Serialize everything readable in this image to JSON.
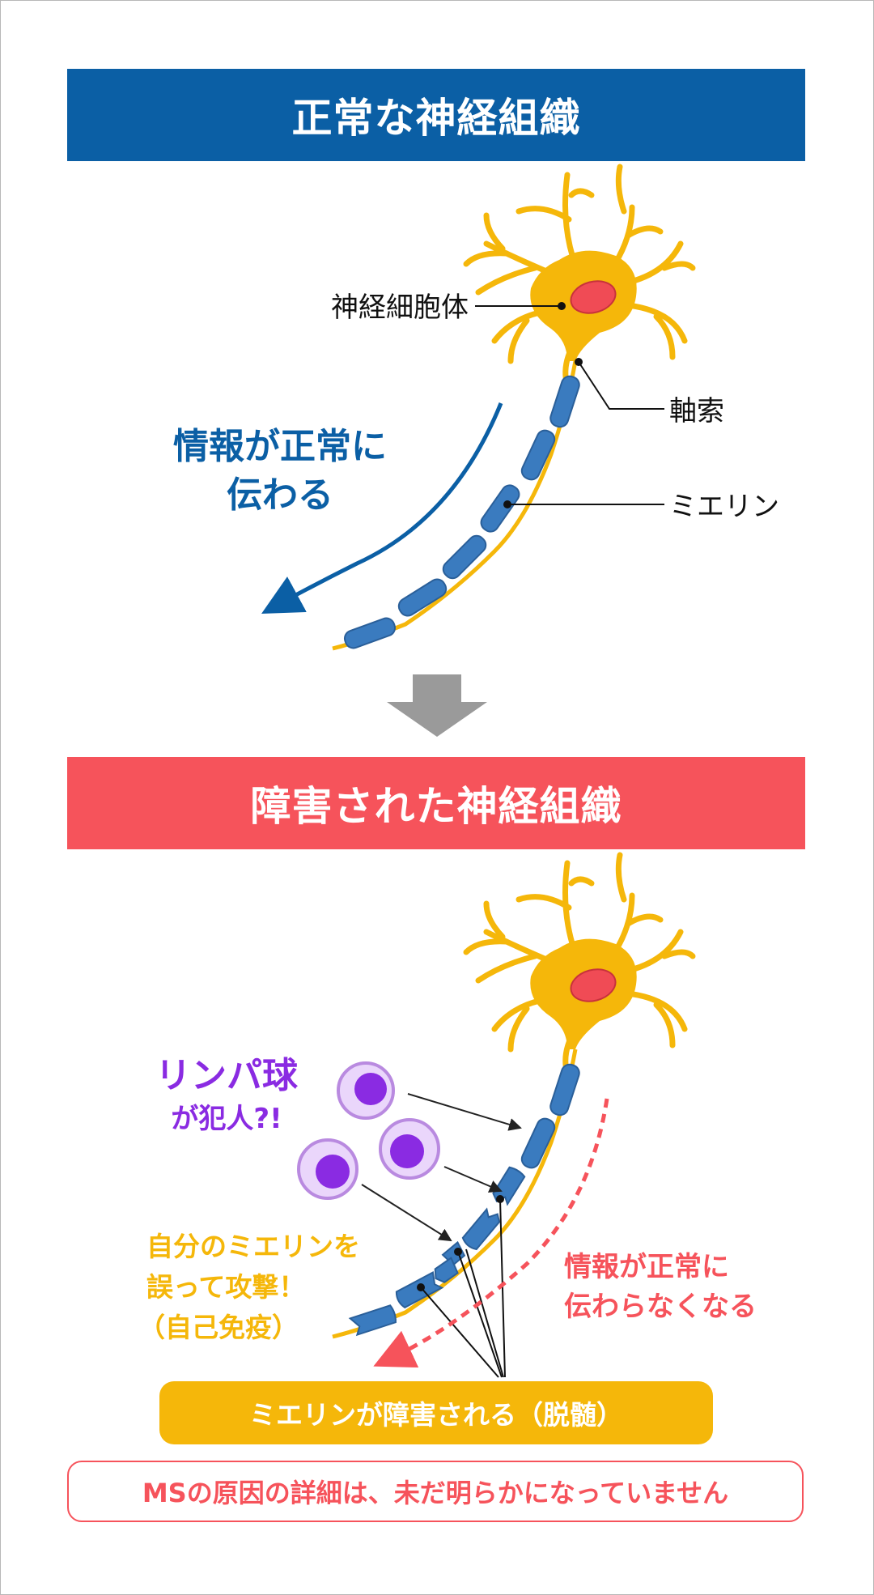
{
  "section_normal": {
    "title": "正常な神経組織",
    "label_cell_body": "神経細胞体",
    "label_axon": "軸索",
    "label_myelin": "ミエリン",
    "flow_text_line1": "情報が正常に",
    "flow_text_line2": "伝わる"
  },
  "section_damaged": {
    "title": "障害された神経組織",
    "lymph_line1": "リンパ球",
    "lymph_line2": "が犯人?!",
    "attack_line1": "自分のミエリンを",
    "attack_line2": "誤って攻撃！",
    "attack_line3": "（自己免疫）",
    "flow_text_line1": "情報が正常に",
    "flow_text_line2": "伝わらなくなる"
  },
  "footer": {
    "demyelination_label": "ミエリンが障害される（脱髄）",
    "note": "MSの原因の詳細は、未だ明らかになっていません"
  },
  "colors": {
    "blue": "#0b5fa5",
    "red": "#f6535b",
    "yellow": "#f5b70a",
    "purple": "#8a2be2",
    "gray_arrow": "#9a9a9a",
    "myelin_blue": "#3a7bbf"
  }
}
